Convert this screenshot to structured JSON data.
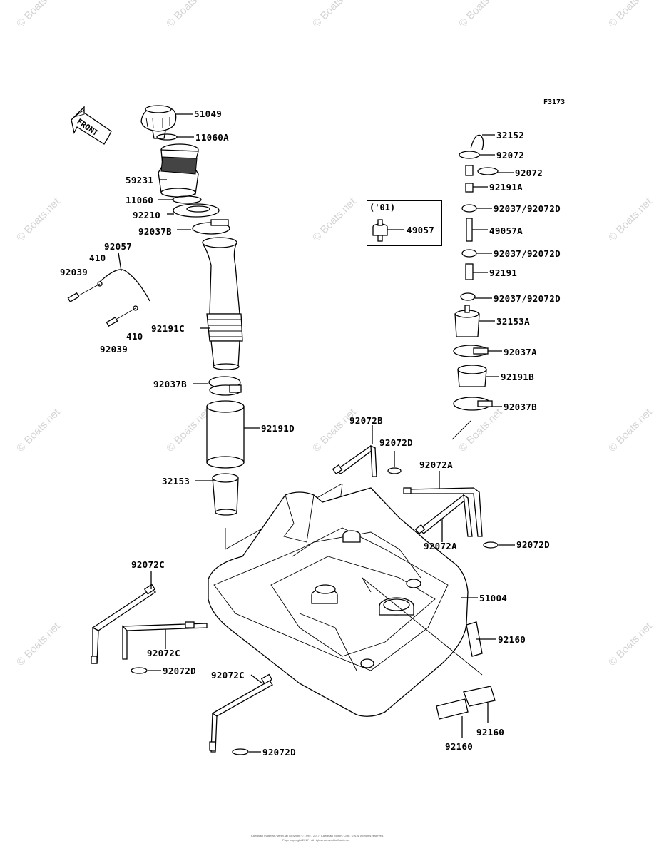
{
  "figure_code": "F3173",
  "front_label": "FRONT",
  "box_label": "('01)",
  "parts": {
    "p51049": "51049",
    "p11060A": "11060A",
    "p59231": "59231",
    "p11060": "11060",
    "p92210": "92210",
    "p92037B_top": "92037B",
    "p92057": "92057",
    "p410_a": "410",
    "p92039_a": "92039",
    "p410_b": "410",
    "p92039_b": "92039",
    "p92191C": "92191C",
    "p92037B_mid": "92037B",
    "p92191D": "92191D",
    "p32153": "32153",
    "p32152": "32152",
    "p92072_a": "92072",
    "p92072_b": "92072",
    "p92191A": "92191A",
    "p92037_1": "92037/92072D",
    "p49057": "49057",
    "p49057A": "49057A",
    "p92037_2": "92037/92072D",
    "p92191": "92191",
    "p92037_3": "92037/92072D",
    "p32153A": "32153A",
    "p92037A": "92037A",
    "p92191B": "92191B",
    "p92037B_right": "92037B",
    "p92072B": "92072B",
    "p92072D_a": "92072D",
    "p92072A_top": "92072A",
    "p92072A_bot": "92072A",
    "p92072D_b": "92072D",
    "p51004": "51004",
    "p92160_a": "92160",
    "p92160_b": "92160",
    "p92160_c": "92160",
    "p92072C_a": "92072C",
    "p92072C_b": "92072C",
    "p92072D_c": "92072D",
    "p92072C_c": "92072C",
    "p92072D_d": "92072D"
  },
  "watermark": "© Boats.net",
  "footer": {
    "line1": "Kawasaki materials within, all copyright © 1995 - 2017, Kawasaki Motors Corp. U.S.A. All rights reserved.",
    "line2": "Page copyright 2017 - all rights reserved to Boats.net"
  },
  "icons": [
    "front-arrow-icon"
  ]
}
